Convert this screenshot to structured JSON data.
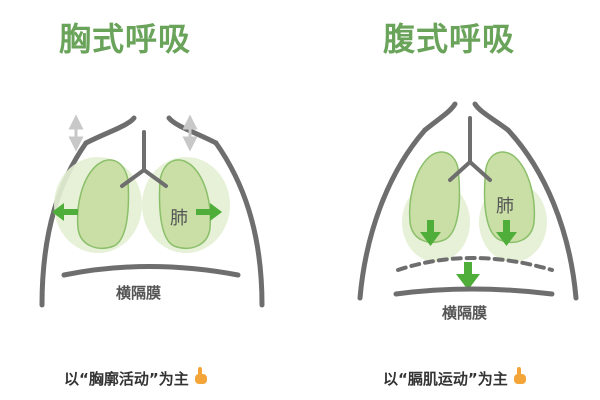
{
  "left_panel": {
    "title": "胸式呼吸",
    "lung_label": "肺",
    "diaphragm_label": "横隔膜",
    "caption": "以“胸廓活动”为主"
  },
  "right_panel": {
    "title": "腹式呼吸",
    "lung_label": "肺",
    "diaphragm_label": "横隔膜",
    "caption": "以“膈肌运动”为主"
  },
  "colors": {
    "title": "#6aa35a",
    "body_outline": "#6e6e6e",
    "lung_fill": "#c9dfa6",
    "lung_halo": "#e3efd3",
    "arrow": "#4fae3a",
    "up_down_arrow": "#c8c8c8",
    "hand_icon": "#f3a53a"
  },
  "icons": [
    "up-down-arrow-icon",
    "left-arrow-icon",
    "right-arrow-icon",
    "down-arrow-icon",
    "pointing-hand-icon"
  ]
}
